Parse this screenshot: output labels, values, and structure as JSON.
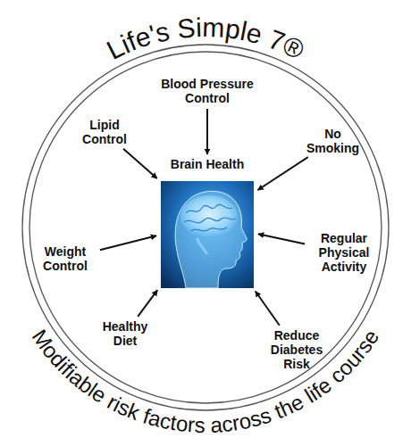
{
  "diagram": {
    "title": "Life's Simple 7®",
    "caption": "Modifiable risk factors across the life course",
    "nodes": [
      {
        "text": [
          "Blood Pressure Control"
        ]
      },
      {
        "text": [
          "Lipid Control"
        ]
      },
      {
        "text": [
          "No Smoking"
        ]
      },
      {
        "text": [
          "Brain Health"
        ]
      },
      {
        "text": [
          "Weight Control"
        ]
      },
      {
        "text": [
          "Regular Physical Activity"
        ]
      },
      {
        "text": [
          "Healthy Diet"
        ]
      },
      {
        "text": [
          "Reduce Diabetes Risk"
        ]
      }
    ],
    "edges": [
      {
        "from": 0,
        "to": 3,
        "arrow": "to"
      },
      {
        "from": 1,
        "to": 3,
        "arrow": "to"
      },
      {
        "from": 2,
        "to": 3,
        "arrow": "to"
      },
      {
        "from": 4,
        "to": 3,
        "arrow": "to"
      },
      {
        "from": 5,
        "to": 3,
        "arrow": "to"
      },
      {
        "from": 6,
        "to": 3,
        "arrow": "to"
      },
      {
        "from": 7,
        "to": 3,
        "arrow": "to"
      }
    ]
  }
}
